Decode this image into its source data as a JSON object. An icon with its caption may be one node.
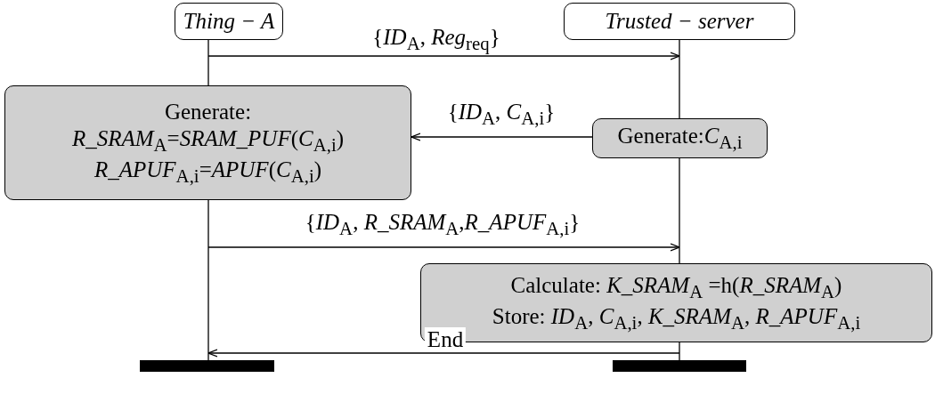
{
  "diagram": {
    "nodes": [
      {
        "text": [
          "Thing − A"
        ]
      },
      {
        "text": [
          "Trusted − server"
        ]
      },
      {
        "text": [
          "Generate:",
          "*R_SRAM*$_{A}$=*SRAM_PUF*(*C*$_{A,i}$)",
          "*R_APUF*$_{A,i}$=*APUF*(*C*$_{A,i}$)"
        ]
      },
      {
        "text": [
          "Generate:*C*$_{A,i}$"
        ]
      },
      {
        "text": [
          "Calculate: *K_SRAM*$_{A}$ =h(*R_SRAM*$_{A}$)",
          "Store: *ID*$_{A}$, *C*$_{A,i}$, *K_SRAM*$_{A}$, *R_APUF*$_{A,i}$"
        ]
      },
      {
        "text": [],
        "shape": "bar"
      },
      {
        "text": [],
        "shape": "bar"
      }
    ],
    "edges": [
      {
        "from": 0,
        "to": 2,
        "arrow": "none"
      },
      {
        "from": 1,
        "to": 3,
        "arrow": "none"
      },
      {
        "from": 0,
        "to": 1,
        "arrow": "to",
        "label": "{*ID*$_{A}$, *Reg*$_{req}$}"
      },
      {
        "from": 3,
        "to": 2,
        "arrow": "to",
        "label": "{*ID*$_{A}$, *C*$_{A,i}$}"
      },
      {
        "from": 2,
        "to": 5,
        "arrow": "none"
      },
      {
        "from": 2,
        "to": 4,
        "arrow": "to",
        "label": "{*ID*$_{A}$, *R_SRAM*$_{A}$,*R_APUF*$_{A,i}$}"
      },
      {
        "from": 3,
        "to": 4,
        "arrow": "none"
      },
      {
        "from": 4,
        "to": 6,
        "arrow": "none"
      },
      {
        "from": 4,
        "to": 5,
        "arrow": "to",
        "label": "End"
      }
    ]
  }
}
